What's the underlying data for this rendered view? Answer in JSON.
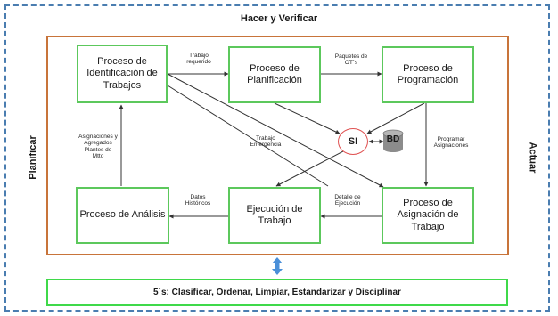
{
  "labels": {
    "top": "Hacer y Verificar",
    "left": "Planificar",
    "right": "Actuar",
    "bottom": "5´s: Clasificar, Ordenar, Limpiar, Estandarizar y Disciplinar"
  },
  "boxes": {
    "identificacion": "Proceso de Identificación de Trabajos",
    "planificacion": "Proceso de Planificación",
    "programacion": "Proceso de Programación",
    "analisis": "Proceso de Análisis",
    "ejecucion": "Ejecución de Trabajo",
    "asignacion": "Proceso de Asignación de Trabajo"
  },
  "nodes": {
    "si": "SI",
    "bd": "BD"
  },
  "edge_labels": {
    "trabajo_requerido": "Trabajo requerido",
    "paquetes_ot": "Paquetes de OT´s",
    "trabajo_emergencia": "Trabajo Emergencia",
    "programar_asignaciones": "Programar Asignaciones",
    "detalle_ejecucion": "Detalle de Ejecución",
    "datos_historicos": "Datos Históricos",
    "asignaciones_agregados": "Asignaciones y Agregados Plantes de Mtto"
  },
  "colors": {
    "frame": "#4a7db0",
    "core_border": "#c8743a",
    "box_border": "#5cc85c",
    "bottom_border": "#3fd94a",
    "si_border": "#e05252",
    "db_fill": "#8c8c8c",
    "updown_arrow": "#4a8fd8"
  }
}
